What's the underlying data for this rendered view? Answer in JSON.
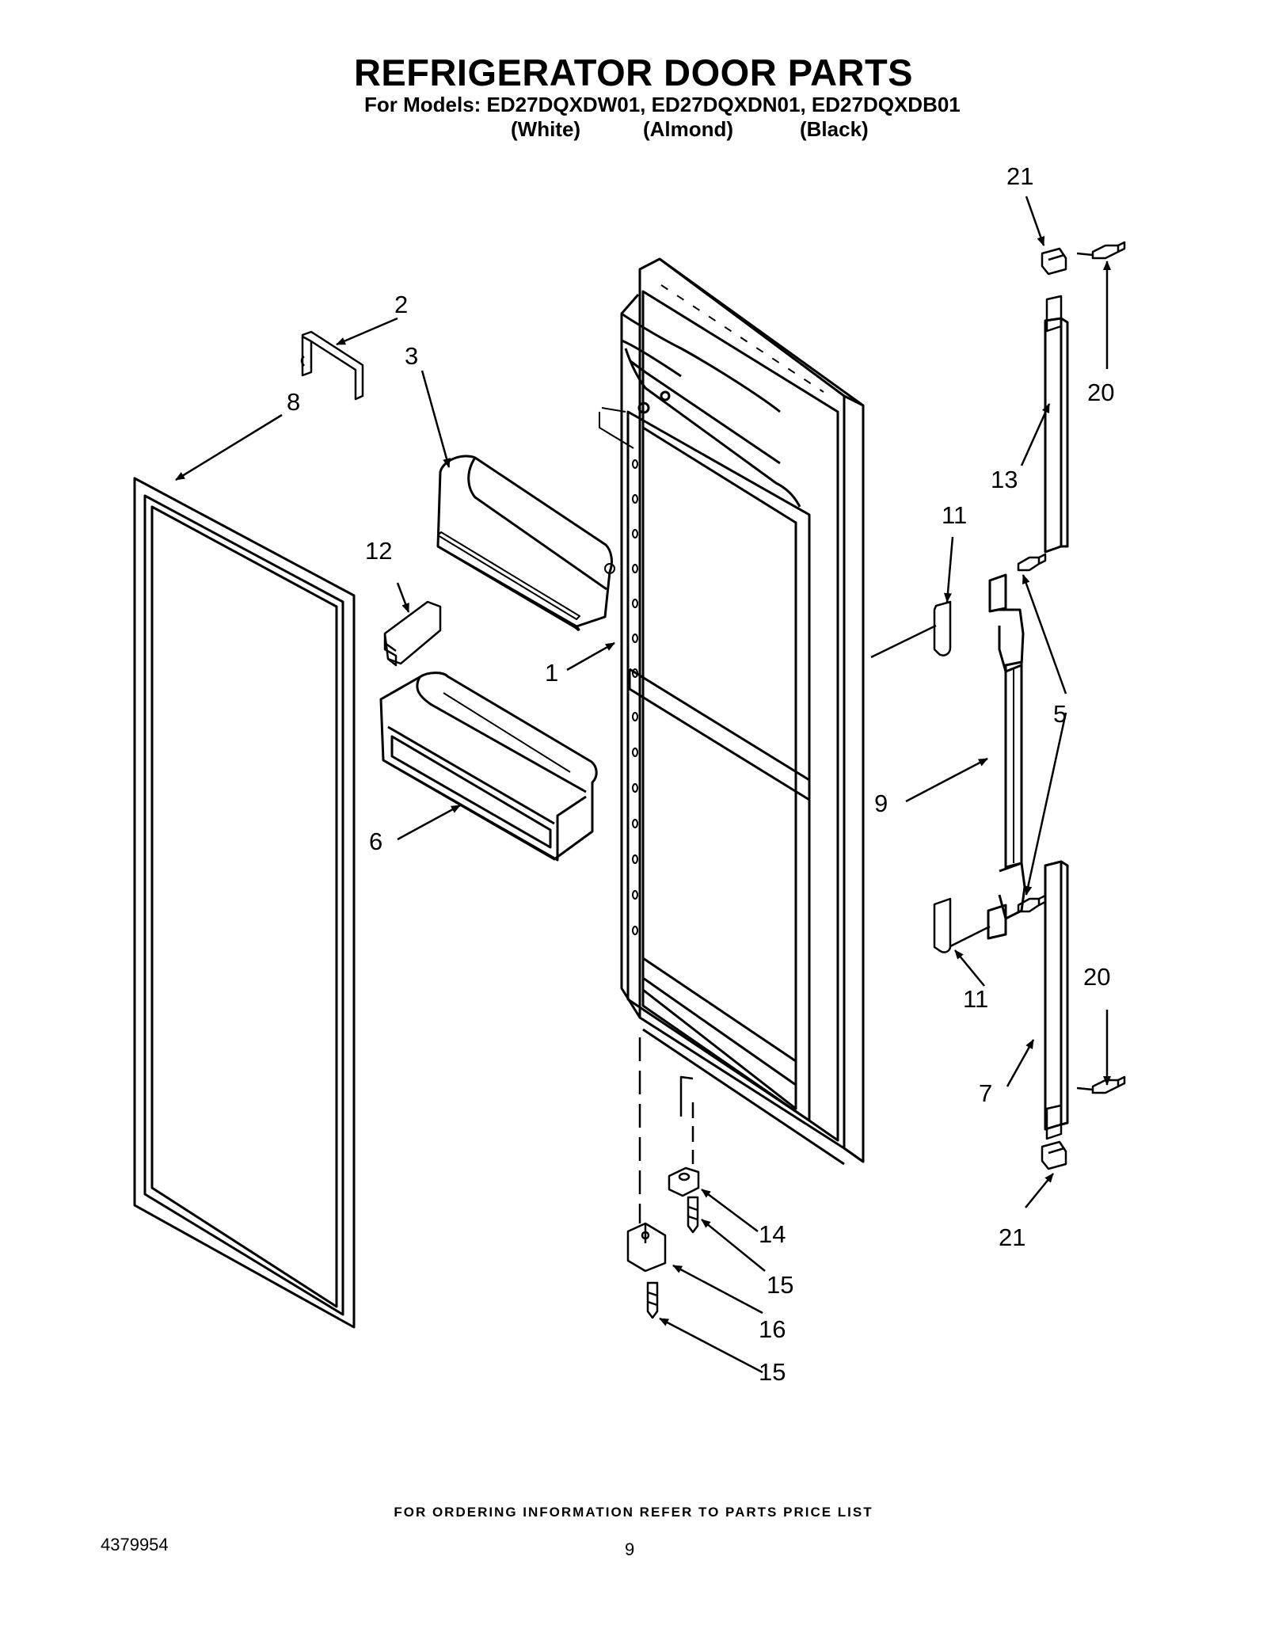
{
  "header": {
    "title": "REFRIGERATOR DOOR PARTS",
    "models_line": "For Models: ED27DQXDW01, ED27DQXDN01, ED27DQXDB01",
    "variants": [
      "(White)",
      "(Almond)",
      "(Black)"
    ]
  },
  "callouts": [
    {
      "id": "c21a",
      "label": "21"
    },
    {
      "id": "c2",
      "label": "2"
    },
    {
      "id": "c3",
      "label": "3"
    },
    {
      "id": "c8",
      "label": "8"
    },
    {
      "id": "c20a",
      "label": "20"
    },
    {
      "id": "c13",
      "label": "13"
    },
    {
      "id": "c11a",
      "label": "11"
    },
    {
      "id": "c12",
      "label": "12"
    },
    {
      "id": "c1",
      "label": "1"
    },
    {
      "id": "c5",
      "label": "5"
    },
    {
      "id": "c9",
      "label": "9"
    },
    {
      "id": "c6",
      "label": "6"
    },
    {
      "id": "c11b",
      "label": "11"
    },
    {
      "id": "c20b",
      "label": "20"
    },
    {
      "id": "c7",
      "label": "7"
    },
    {
      "id": "c21b",
      "label": "21"
    },
    {
      "id": "c14",
      "label": "14"
    },
    {
      "id": "c15a",
      "label": "15"
    },
    {
      "id": "c16",
      "label": "16"
    },
    {
      "id": "c15b",
      "label": "15"
    }
  ],
  "footer": {
    "ordering_note": "FOR ORDERING INFORMATION REFER TO PARTS PRICE LIST",
    "document_number": "4379954",
    "page_number": "9"
  }
}
